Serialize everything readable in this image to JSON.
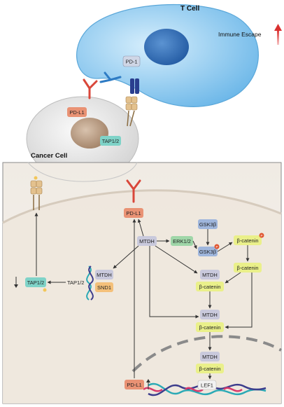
{
  "cells": {
    "t_cell": "T Cell",
    "cancer_cell": "Cancer Cell"
  },
  "legend": {
    "immune_escape": "Immune Escape"
  },
  "labels": {
    "pd1": "PD-1",
    "pdl1_top": "PD-L1",
    "tap_top": "TAP1/2",
    "pdl1_membrane": "PD-L1",
    "mtdh_main": "MTDH",
    "erk": "ERK1/2",
    "gsk3b": "GSK3β",
    "gsk3b_p": "GSK3β",
    "bcat_p": "β-catenin",
    "bcat": "β-catenin",
    "complex1_top": "MTDH",
    "complex1_bottom": "β-catenin",
    "complex2_top": "MTDH",
    "complex2_bottom": "β-catenin",
    "complex3_top": "MTDH",
    "complex3_bottom": "β-catenin",
    "mtdh_snd1_top": "MTDH",
    "mtdh_snd1_bottom": "SND1",
    "tap_text": "TAP1/2",
    "tap_box": "TAP1/2",
    "pdl1_bottom": "PD-L1",
    "lef1": "LEF1",
    "phospho_mark": "P"
  },
  "colors": {
    "t_cell": "#7cc4f0",
    "nucleus_t": "#2f6fb5",
    "cancer_cell": "#d9d9d9",
    "nucleus_c": "#a88a6e",
    "pdl1": "#e99274",
    "green_box": "#9fd6a8",
    "teal_box": "#7fd3c8",
    "gray_box": "#c9c9dc",
    "yellow_box": "#eaf08a",
    "orange_box": "#f4c07a",
    "arrow_up": "#d9302f"
  }
}
